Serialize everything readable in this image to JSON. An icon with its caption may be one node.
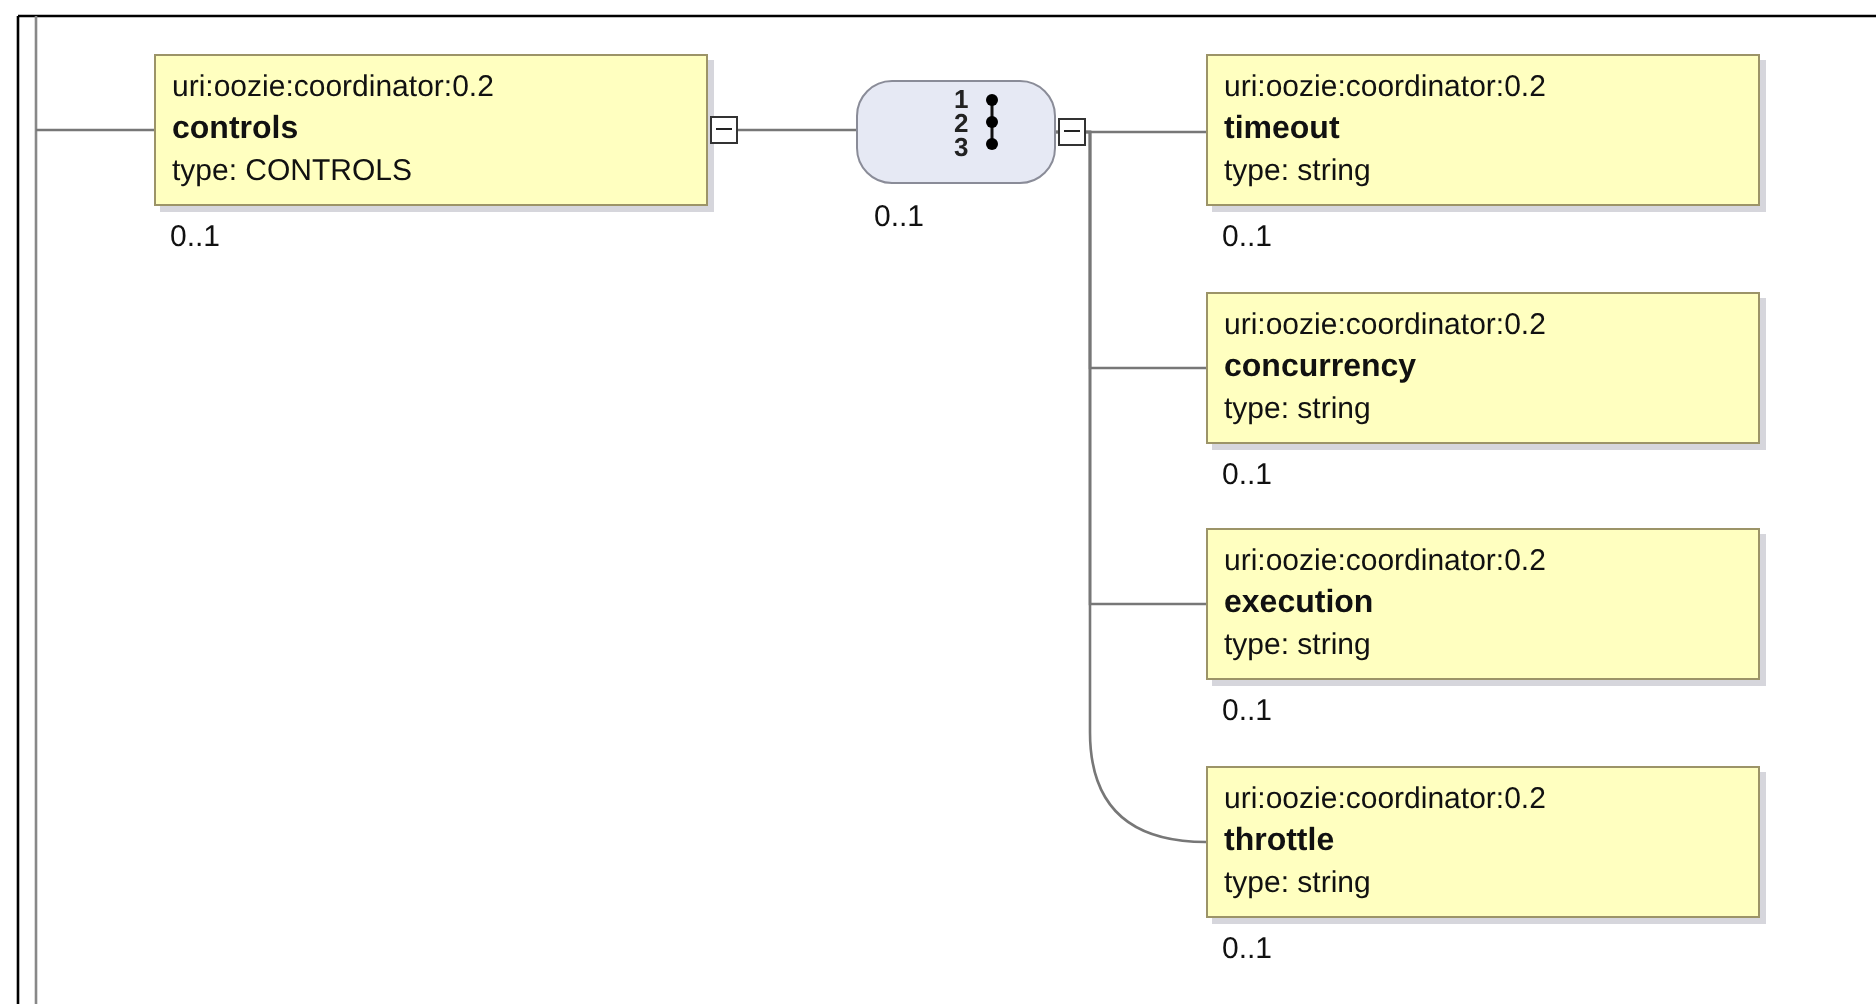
{
  "diagram": {
    "nodes": [
      {
        "text": [
          "uri:oozie:coordinator:0.2",
          "controls",
          "type: CONTROLS"
        ],
        "beside": [
          "0..1"
        ]
      },
      {
        "text": [
          "1",
          "2",
          "3"
        ],
        "beside": [
          "0..1"
        ]
      },
      {
        "text": [
          "uri:oozie:coordinator:0.2",
          "timeout",
          "type: string"
        ],
        "beside": [
          "0..1"
        ]
      },
      {
        "text": [
          "uri:oozie:coordinator:0.2",
          "concurrency",
          "type: string"
        ],
        "beside": [
          "0..1"
        ]
      },
      {
        "text": [
          "uri:oozie:coordinator:0.2",
          "execution",
          "type: string"
        ],
        "beside": [
          "0..1"
        ]
      },
      {
        "text": [
          "uri:oozie:coordinator:0.2",
          "throttle",
          "type: string"
        ],
        "beside": [
          "0..1"
        ]
      }
    ],
    "edges": [
      {
        "from": null,
        "to": 0,
        "arrow": "none"
      },
      {
        "from": 0,
        "to": 1,
        "arrow": "none"
      },
      {
        "from": 1,
        "to": 2,
        "arrow": "none"
      },
      {
        "from": 1,
        "to": 3,
        "arrow": "none"
      },
      {
        "from": 1,
        "to": 4,
        "arrow": "none"
      },
      {
        "from": 1,
        "to": 5,
        "arrow": "none"
      }
    ]
  }
}
